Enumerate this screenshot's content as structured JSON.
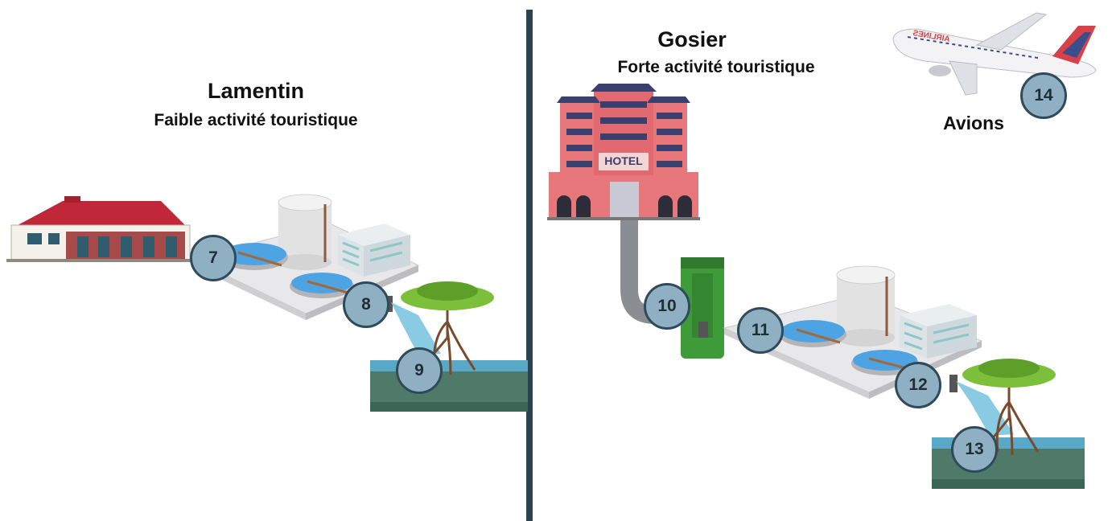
{
  "left_panel": {
    "title": "Lamentin",
    "subtitle": "Faible activité touristique"
  },
  "right_panel": {
    "title": "Gosier",
    "subtitle": "Forte activité touristique",
    "hotel_sign": "HOTEL",
    "plane_label": "Avions",
    "plane_livery": "AIRLINES"
  },
  "markers": {
    "m7": "7",
    "m8": "8",
    "m9": "9",
    "m10": "10",
    "m11": "11",
    "m12": "12",
    "m13": "13",
    "m14": "14"
  },
  "colors": {
    "divider": "#2c4452",
    "marker_fill": "#8fb0c2",
    "marker_border": "#2f4a5a",
    "roof": "#c0283a",
    "hotel": "#e8777c",
    "pipe": "#8a8d91",
    "tank_green": "#3f9a3a",
    "water": "#7cc5e0"
  }
}
